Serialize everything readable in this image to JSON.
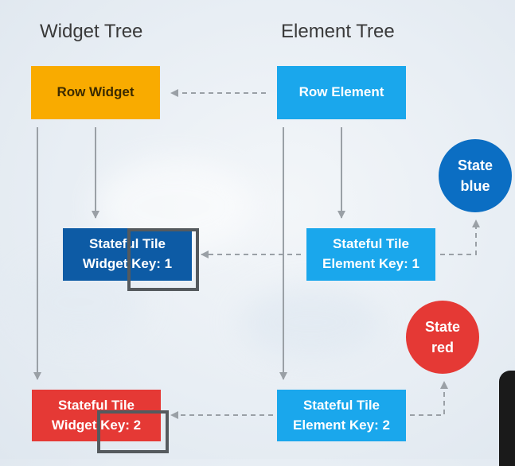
{
  "titles": {
    "widget_tree": "Widget Tree",
    "element_tree": "Element Tree"
  },
  "widgets": {
    "row": "Row Widget",
    "tile1": "Stateful Tile\nWidget Key: 1",
    "tile2": "Stateful Tile\nWidget Key: 2"
  },
  "elements": {
    "row": "Row Element",
    "tile1": "Stateful Tile\nElement Key: 1",
    "tile2": "Stateful Tile\nElement Key: 2"
  },
  "states": {
    "blue": "State\nblue",
    "red": "State\nred"
  },
  "colors": {
    "row_widget": "#f9ab00",
    "element": "#1aa7ec",
    "widget_blue": "#0d5ba5",
    "widget_red": "#e53935",
    "state_blue": "#0b6ec3",
    "state_red": "#e53935",
    "solid_arrow": "#9aa0a6",
    "dashed_arrow": "#9aa0a6",
    "key_highlight": "#555a5e"
  }
}
